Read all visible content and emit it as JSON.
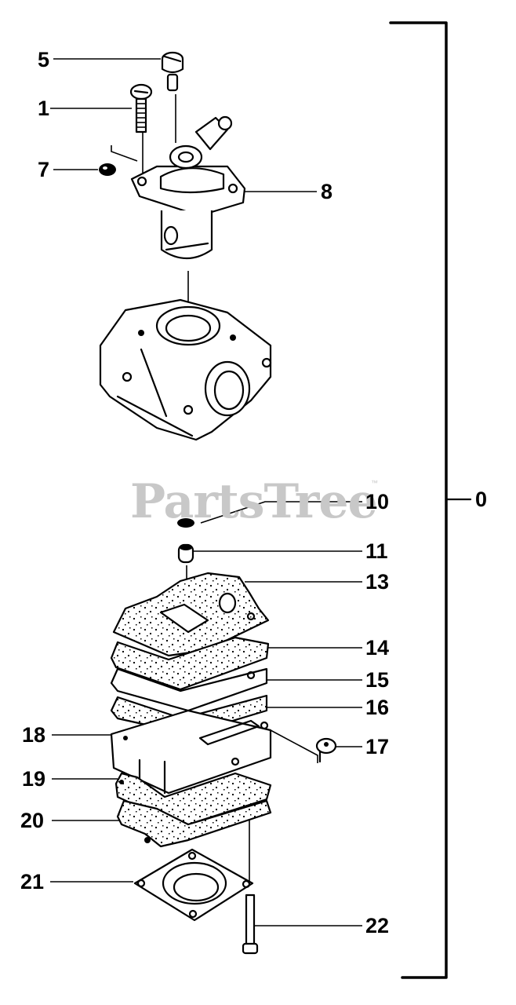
{
  "diagram": {
    "type": "exploded-parts-diagram",
    "watermark": "PartsTree",
    "watermark_tm": "™",
    "assembly_label": "0",
    "callouts": [
      {
        "id": "5",
        "label": "5"
      },
      {
        "id": "1",
        "label": "1"
      },
      {
        "id": "7",
        "label": "7"
      },
      {
        "id": "8",
        "label": "8"
      },
      {
        "id": "10",
        "label": "10"
      },
      {
        "id": "11",
        "label": "11"
      },
      {
        "id": "13",
        "label": "13"
      },
      {
        "id": "14",
        "label": "14"
      },
      {
        "id": "15",
        "label": "15"
      },
      {
        "id": "16",
        "label": "16"
      },
      {
        "id": "17",
        "label": "17"
      },
      {
        "id": "18",
        "label": "18"
      },
      {
        "id": "19",
        "label": "19"
      },
      {
        "id": "20",
        "label": "20"
      },
      {
        "id": "21",
        "label": "21"
      },
      {
        "id": "22",
        "label": "22"
      }
    ],
    "colors": {
      "ink": "#000000",
      "background": "#ffffff",
      "watermark": "#c8c8c8"
    }
  }
}
